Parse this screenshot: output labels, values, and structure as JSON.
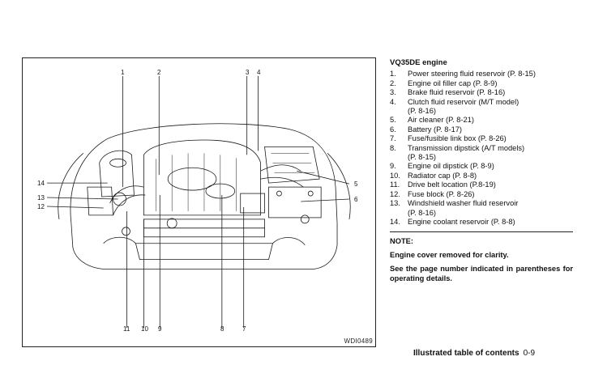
{
  "figure": {
    "code": "WDI0489",
    "callouts_top": [
      "1",
      "2",
      "3",
      "4"
    ],
    "callouts_left": [
      "14",
      "13",
      "12"
    ],
    "callouts_right": [
      "5",
      "6"
    ],
    "callouts_bottom": [
      "11",
      "10",
      "9",
      "8",
      "7"
    ]
  },
  "section": {
    "title": "VQ35DE engine",
    "items": [
      {
        "num": "1.",
        "text": "Power steering fluid reservoir (P. 8-15)"
      },
      {
        "num": "2.",
        "text": "Engine oil filler cap (P. 8-9)"
      },
      {
        "num": "3.",
        "text": "Brake fluid reservoir (P. 8-16)"
      },
      {
        "num": "4.",
        "text": "Clutch fluid reservoir (M/T model)"
      },
      {
        "num": "",
        "text": "(P. 8-16)"
      },
      {
        "num": "5.",
        "text": "Air cleaner (P. 8-21)"
      },
      {
        "num": "6.",
        "text": "Battery (P. 8-17)"
      },
      {
        "num": "7.",
        "text": "Fuse/fusible link box (P. 8-26)"
      },
      {
        "num": "8.",
        "text": "Transmission dipstick (A/T models)"
      },
      {
        "num": "",
        "text": "(P. 8-15)"
      },
      {
        "num": "9.",
        "text": "Engine oil dipstick (P. 8-9)"
      },
      {
        "num": "10.",
        "text": "Radiator cap (P. 8-8)"
      },
      {
        "num": "11.",
        "text": "Drive belt location (P.8-19)"
      },
      {
        "num": "12.",
        "text": "Fuse block (P. 8-26)"
      },
      {
        "num": "13.",
        "text": "Windshield washer fluid reservoir"
      },
      {
        "num": "",
        "text": "(P. 8-16)"
      },
      {
        "num": "14.",
        "text": "Engine coolant reservoir (P. 8-8)"
      }
    ],
    "note_title": "NOTE:",
    "note_line1": "Engine cover removed for clarity.",
    "note_para": "See the page number indicated in parentheses for operating details."
  },
  "footer": {
    "title": "Illustrated table of contents",
    "page": "0-9"
  }
}
